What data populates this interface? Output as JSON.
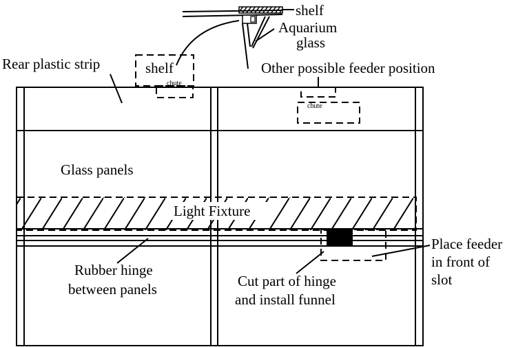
{
  "labels": {
    "shelf_detail": "shelf",
    "aquarium_glass_1": "Aquarium",
    "aquarium_glass_2": "glass",
    "rear_plastic_strip": "Rear plastic strip",
    "shelf_box": "shelf",
    "chute_left": "chute",
    "other_position": "Other possible feeder position",
    "chute_right": "chute",
    "glass_panels": "Glass panels",
    "light_fixture": "Light Fixture",
    "rubber_hinge_1": "Rubber hinge",
    "rubber_hinge_2": "between panels",
    "cut_hinge_1": "Cut part of hinge",
    "cut_hinge_2": "and install funnel",
    "place_feeder_1": "Place feeder",
    "place_feeder_2": "in front of",
    "place_feeder_3": "slot"
  },
  "colors": {
    "ink": "#000000",
    "background": "#ffffff"
  }
}
